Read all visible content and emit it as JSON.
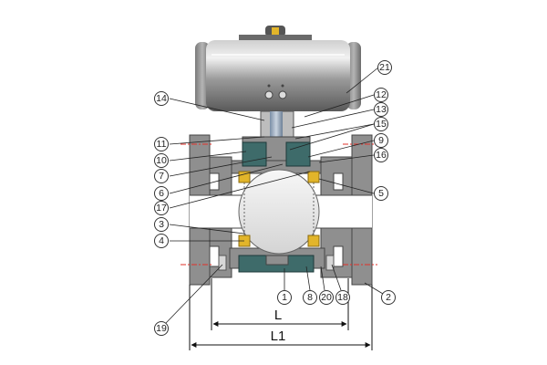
{
  "diagram": {
    "callouts": [
      "21",
      "14",
      "12",
      "13",
      "15",
      "11",
      "9",
      "10",
      "16",
      "7",
      "6",
      "5",
      "17",
      "3",
      "4",
      "1",
      "8",
      "20",
      "18",
      "2",
      "19"
    ],
    "dimensions": {
      "inner_label": "L",
      "outer_label": "L1"
    }
  },
  "colors": {
    "body_gray": "#8f8f8f",
    "body_dark": "#5e5e5e",
    "teal_part": "#3e6b6a",
    "seat_yellow": "#e2b52a",
    "center_line_red": "#e0302a",
    "ball_light": "#e8e8e8",
    "callout_outline": "#333333"
  },
  "icons": [
    "actuator-cylinder",
    "ball-valve-section",
    "leader-callout-circle"
  ]
}
